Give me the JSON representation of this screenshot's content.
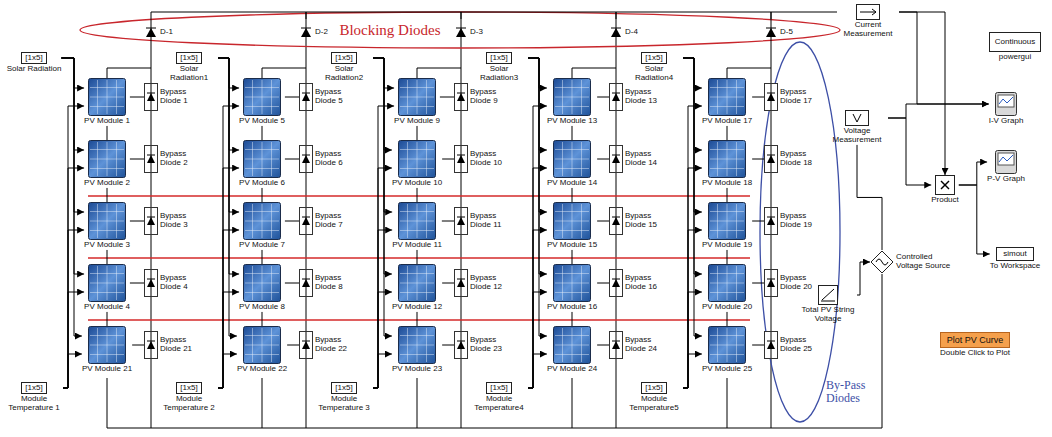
{
  "diagram": {
    "nodes": [
      {
        "text": [
          "D-1"
        ]
      },
      {
        "text": [
          "[1x5]",
          "Solar Radiation"
        ]
      },
      {
        "text": [
          "PV Module 1"
        ]
      },
      {
        "text": [
          "PV Module 2"
        ]
      },
      {
        "text": [
          "PV Module 3"
        ]
      },
      {
        "text": [
          "PV Module 4"
        ]
      },
      {
        "text": [
          "PV Module 21"
        ]
      },
      {
        "text": [
          "Bypass Diode 1"
        ]
      },
      {
        "text": [
          "Bypass Diode 2"
        ]
      },
      {
        "text": [
          "Bypass Diode 3"
        ]
      },
      {
        "text": [
          "Bypass Diode 4"
        ]
      },
      {
        "text": [
          "Bypass Diode 21"
        ]
      },
      {
        "text": [
          "[1x5]",
          "Module Temperature 1"
        ]
      },
      {
        "text": [
          "D-2"
        ]
      },
      {
        "text": [
          "[1x5]",
          "Solar Radiation1"
        ]
      },
      {
        "text": [
          "PV Module 5"
        ]
      },
      {
        "text": [
          "PV Module 6"
        ]
      },
      {
        "text": [
          "PV Module 7"
        ]
      },
      {
        "text": [
          "PV Module 8"
        ]
      },
      {
        "text": [
          "PV Module 22"
        ]
      },
      {
        "text": [
          "Bypass Diode 5"
        ]
      },
      {
        "text": [
          "Bypass Diode 6"
        ]
      },
      {
        "text": [
          "Bypass Diode 7"
        ]
      },
      {
        "text": [
          "Bypass Diode 8"
        ]
      },
      {
        "text": [
          "Bypass Diode 22"
        ]
      },
      {
        "text": [
          "[1x5]",
          "Module Temperature 2"
        ]
      },
      {
        "text": [
          "D-3"
        ]
      },
      {
        "text": [
          "[1x5]",
          "Solar Radiation2"
        ]
      },
      {
        "text": [
          "PV Module 9"
        ]
      },
      {
        "text": [
          "PV Module 10"
        ]
      },
      {
        "text": [
          "PV Module 11"
        ]
      },
      {
        "text": [
          "PV Module 12"
        ]
      },
      {
        "text": [
          "PV Module 23"
        ]
      },
      {
        "text": [
          "Bypass Diode 9"
        ]
      },
      {
        "text": [
          "Bypass Diode 10"
        ]
      },
      {
        "text": [
          "Bypass Diode 11"
        ]
      },
      {
        "text": [
          "Bypass Diode 12"
        ]
      },
      {
        "text": [
          "Bypass Diode 23"
        ]
      },
      {
        "text": [
          "[1x5]",
          "Module Temperature 3"
        ]
      },
      {
        "text": [
          "D-4"
        ]
      },
      {
        "text": [
          "[1x5]",
          "Solar Radiation3"
        ]
      },
      {
        "text": [
          "PV Module 13"
        ]
      },
      {
        "text": [
          "PV Module 14"
        ]
      },
      {
        "text": [
          "PV Module 15"
        ]
      },
      {
        "text": [
          "PV Module 16"
        ]
      },
      {
        "text": [
          "PV Module 24"
        ]
      },
      {
        "text": [
          "Bypass Diode 13"
        ]
      },
      {
        "text": [
          "Bypass Diode 14"
        ]
      },
      {
        "text": [
          "Bypass Diode 15"
        ]
      },
      {
        "text": [
          "Bypass Diode 16"
        ]
      },
      {
        "text": [
          "Bypass Diode 24"
        ]
      },
      {
        "text": [
          "[1x5]",
          "Module Temperature4"
        ]
      },
      {
        "text": [
          "D-5"
        ]
      },
      {
        "text": [
          "[1x5]",
          "Solar Radiation4"
        ]
      },
      {
        "text": [
          "PV Module 17"
        ]
      },
      {
        "text": [
          "PV Module 18"
        ]
      },
      {
        "text": [
          "PV Module 19"
        ]
      },
      {
        "text": [
          "PV Module 20"
        ]
      },
      {
        "text": [
          "PV Module 25"
        ]
      },
      {
        "text": [
          "Bypass Diode 17"
        ]
      },
      {
        "text": [
          "Bypass Diode 18"
        ]
      },
      {
        "text": [
          "Bypass Diode 19"
        ]
      },
      {
        "text": [
          "Bypass Diode 20"
        ]
      },
      {
        "text": [
          "Bypass Diode 25"
        ]
      },
      {
        "text": [
          "[1x5]",
          "Module Temperature5"
        ]
      },
      {
        "text": [
          "Current Measurement"
        ]
      },
      {
        "text": [
          "Continuous",
          "powergui"
        ]
      },
      {
        "text": [
          "Voltage Measurement"
        ]
      },
      {
        "text": [
          "I-V Graph"
        ]
      },
      {
        "text": [
          "P-V Graph"
        ]
      },
      {
        "text": [
          "Product"
        ]
      },
      {
        "text": [
          "simout",
          "To Workspace"
        ]
      },
      {
        "text": [
          "Controlled Voltage Source"
        ]
      },
      {
        "text": [
          "Total PV String Voltage"
        ]
      },
      {
        "text": [
          "Plot PV Curve",
          "Double Click to Plot"
        ]
      }
    ],
    "edges": [
      {
        "from": 2,
        "to": 3,
        "arrow": "none"
      },
      {
        "from": 3,
        "to": 4,
        "arrow": "none"
      },
      {
        "from": 4,
        "to": 5,
        "arrow": "none"
      },
      {
        "from": 5,
        "to": 6,
        "arrow": "none"
      },
      {
        "from": 1,
        "to": 2,
        "arrow": "to"
      },
      {
        "from": 1,
        "to": 3,
        "arrow": "to"
      },
      {
        "from": 1,
        "to": 4,
        "arrow": "to"
      },
      {
        "from": 1,
        "to": 5,
        "arrow": "to"
      },
      {
        "from": 1,
        "to": 6,
        "arrow": "to"
      },
      {
        "from": 12,
        "to": 2,
        "arrow": "to"
      },
      {
        "from": 12,
        "to": 3,
        "arrow": "to"
      },
      {
        "from": 12,
        "to": 4,
        "arrow": "to"
      },
      {
        "from": 12,
        "to": 5,
        "arrow": "to"
      },
      {
        "from": 12,
        "to": 6,
        "arrow": "to"
      },
      {
        "from": 2,
        "to": 7,
        "arrow": "none"
      },
      {
        "from": 3,
        "to": 8,
        "arrow": "none"
      },
      {
        "from": 4,
        "to": 9,
        "arrow": "none"
      },
      {
        "from": 5,
        "to": 10,
        "arrow": "none"
      },
      {
        "from": 6,
        "to": 11,
        "arrow": "none"
      },
      {
        "from": 0,
        "to": 13,
        "arrow": "none"
      },
      {
        "from": 15,
        "to": 16,
        "arrow": "none"
      },
      {
        "from": 16,
        "to": 17,
        "arrow": "none"
      },
      {
        "from": 17,
        "to": 18,
        "arrow": "none"
      },
      {
        "from": 18,
        "to": 19,
        "arrow": "none"
      },
      {
        "from": 14,
        "to": 15,
        "arrow": "to"
      },
      {
        "from": 14,
        "to": 16,
        "arrow": "to"
      },
      {
        "from": 14,
        "to": 17,
        "arrow": "to"
      },
      {
        "from": 14,
        "to": 18,
        "arrow": "to"
      },
      {
        "from": 14,
        "to": 19,
        "arrow": "to"
      },
      {
        "from": 25,
        "to": 15,
        "arrow": "to"
      },
      {
        "from": 25,
        "to": 16,
        "arrow": "to"
      },
      {
        "from": 25,
        "to": 17,
        "arrow": "to"
      },
      {
        "from": 25,
        "to": 18,
        "arrow": "to"
      },
      {
        "from": 25,
        "to": 19,
        "arrow": "to"
      },
      {
        "from": 15,
        "to": 20,
        "arrow": "none"
      },
      {
        "from": 16,
        "to": 21,
        "arrow": "none"
      },
      {
        "from": 17,
        "to": 22,
        "arrow": "none"
      },
      {
        "from": 18,
        "to": 23,
        "arrow": "none"
      },
      {
        "from": 19,
        "to": 24,
        "arrow": "none"
      },
      {
        "from": 13,
        "to": 26,
        "arrow": "none"
      },
      {
        "from": 28,
        "to": 29,
        "arrow": "none"
      },
      {
        "from": 29,
        "to": 30,
        "arrow": "none"
      },
      {
        "from": 30,
        "to": 31,
        "arrow": "none"
      },
      {
        "from": 31,
        "to": 32,
        "arrow": "none"
      },
      {
        "from": 27,
        "to": 28,
        "arrow": "to"
      },
      {
        "from": 27,
        "to": 29,
        "arrow": "to"
      },
      {
        "from": 27,
        "to": 30,
        "arrow": "to"
      },
      {
        "from": 27,
        "to": 31,
        "arrow": "to"
      },
      {
        "from": 27,
        "to": 32,
        "arrow": "to"
      },
      {
        "from": 38,
        "to": 28,
        "arrow": "to"
      },
      {
        "from": 38,
        "to": 29,
        "arrow": "to"
      },
      {
        "from": 38,
        "to": 30,
        "arrow": "to"
      },
      {
        "from": 38,
        "to": 31,
        "arrow": "to"
      },
      {
        "from": 38,
        "to": 32,
        "arrow": "to"
      },
      {
        "from": 28,
        "to": 33,
        "arrow": "none"
      },
      {
        "from": 29,
        "to": 34,
        "arrow": "none"
      },
      {
        "from": 30,
        "to": 35,
        "arrow": "none"
      },
      {
        "from": 31,
        "to": 36,
        "arrow": "none"
      },
      {
        "from": 32,
        "to": 37,
        "arrow": "none"
      },
      {
        "from": 26,
        "to": 39,
        "arrow": "none"
      },
      {
        "from": 41,
        "to": 42,
        "arrow": "none"
      },
      {
        "from": 42,
        "to": 43,
        "arrow": "none"
      },
      {
        "from": 43,
        "to": 44,
        "arrow": "none"
      },
      {
        "from": 44,
        "to": 45,
        "arrow": "none"
      },
      {
        "from": 40,
        "to": 41,
        "arrow": "to"
      },
      {
        "from": 40,
        "to": 42,
        "arrow": "to"
      },
      {
        "from": 40,
        "to": 43,
        "arrow": "to"
      },
      {
        "from": 40,
        "to": 44,
        "arrow": "to"
      },
      {
        "from": 40,
        "to": 45,
        "arrow": "to"
      },
      {
        "from": 51,
        "to": 41,
        "arrow": "to"
      },
      {
        "from": 51,
        "to": 42,
        "arrow": "to"
      },
      {
        "from": 51,
        "to": 43,
        "arrow": "to"
      },
      {
        "from": 51,
        "to": 44,
        "arrow": "to"
      },
      {
        "from": 51,
        "to": 45,
        "arrow": "to"
      },
      {
        "from": 41,
        "to": 46,
        "arrow": "none"
      },
      {
        "from": 42,
        "to": 47,
        "arrow": "none"
      },
      {
        "from": 43,
        "to": 48,
        "arrow": "none"
      },
      {
        "from": 44,
        "to": 49,
        "arrow": "none"
      },
      {
        "from": 45,
        "to": 50,
        "arrow": "none"
      },
      {
        "from": 39,
        "to": 52,
        "arrow": "none"
      },
      {
        "from": 54,
        "to": 55,
        "arrow": "none"
      },
      {
        "from": 55,
        "to": 56,
        "arrow": "none"
      },
      {
        "from": 56,
        "to": 57,
        "arrow": "none"
      },
      {
        "from": 57,
        "to": 58,
        "arrow": "none"
      },
      {
        "from": 53,
        "to": 54,
        "arrow": "to"
      },
      {
        "from": 53,
        "to": 55,
        "arrow": "to"
      },
      {
        "from": 53,
        "to": 56,
        "arrow": "to"
      },
      {
        "from": 53,
        "to": 57,
        "arrow": "to"
      },
      {
        "from": 53,
        "to": 58,
        "arrow": "to"
      },
      {
        "from": 64,
        "to": 54,
        "arrow": "to"
      },
      {
        "from": 64,
        "to": 55,
        "arrow": "to"
      },
      {
        "from": 64,
        "to": 56,
        "arrow": "to"
      },
      {
        "from": 64,
        "to": 57,
        "arrow": "to"
      },
      {
        "from": 64,
        "to": 58,
        "arrow": "to"
      },
      {
        "from": 54,
        "to": 59,
        "arrow": "none"
      },
      {
        "from": 55,
        "to": 60,
        "arrow": "none"
      },
      {
        "from": 56,
        "to": 61,
        "arrow": "none"
      },
      {
        "from": 57,
        "to": 62,
        "arrow": "none"
      },
      {
        "from": 58,
        "to": 63,
        "arrow": "none"
      },
      {
        "from": 52,
        "to": 65,
        "arrow": "none"
      },
      {
        "from": 65,
        "to": 68,
        "arrow": "to"
      },
      {
        "from": 67,
        "to": 68,
        "arrow": "to"
      },
      {
        "from": 65,
        "to": 70,
        "arrow": "to"
      },
      {
        "from": 67,
        "to": 70,
        "arrow": "to"
      },
      {
        "from": 70,
        "to": 69,
        "arrow": "to"
      },
      {
        "from": 70,
        "to": 71,
        "arrow": "to"
      },
      {
        "from": 73,
        "to": 72,
        "arrow": "to"
      },
      {
        "from": 72,
        "to": 67,
        "arrow": "none"
      }
    ],
    "labels": [
      "Blocking Diodes",
      "By-Pass Diodes"
    ]
  }
}
